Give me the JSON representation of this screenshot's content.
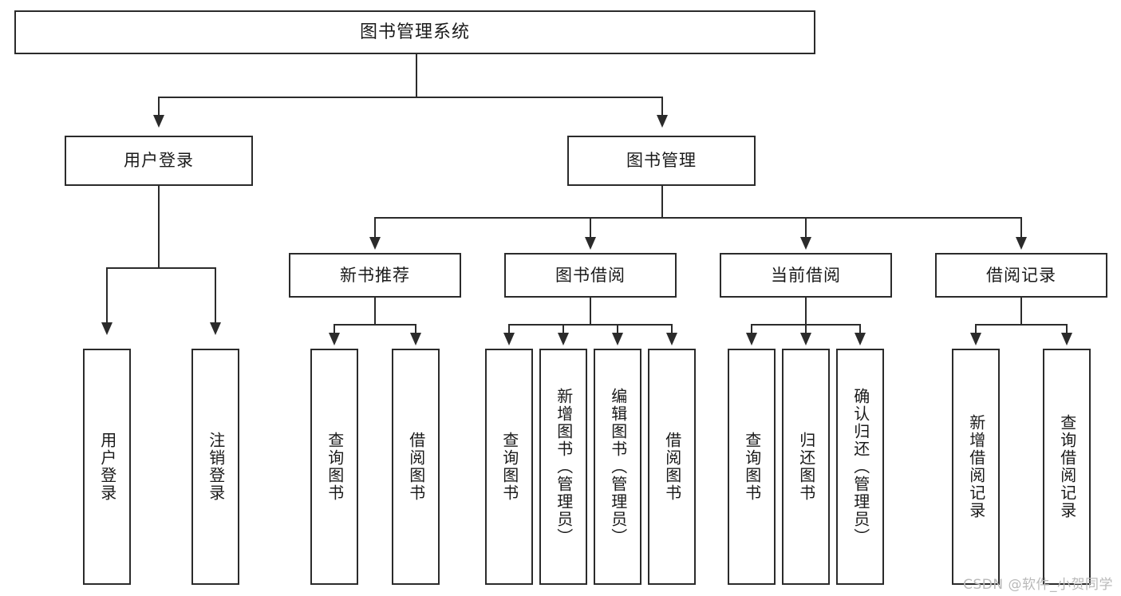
{
  "diagram": {
    "title": "图书管理系统",
    "watermark": "CSDN @软件_小贺同学",
    "level1": [
      {
        "key": "user_login",
        "label": "用户登录"
      },
      {
        "key": "book_manage",
        "label": "图书管理"
      }
    ],
    "level2": [
      {
        "key": "new_book_rec",
        "label": "新书推荐"
      },
      {
        "key": "book_borrow",
        "label": "图书借阅"
      },
      {
        "key": "current_borrow",
        "label": "当前借阅"
      },
      {
        "key": "borrow_record",
        "label": "借阅记录"
      }
    ],
    "leaves": [
      {
        "key": "leaf-user-login",
        "label": "用户登录",
        "parent": "user_login"
      },
      {
        "key": "leaf-logout-login",
        "label": "注销登录",
        "parent": "user_login"
      },
      {
        "key": "leaf-query-book-rec",
        "label": "查询图书",
        "parent": "new_book_rec"
      },
      {
        "key": "leaf-borrow-book-rec",
        "label": "借阅图书",
        "parent": "new_book_rec"
      },
      {
        "key": "leaf-query-book-borrow",
        "label": "查询图书",
        "parent": "book_borrow"
      },
      {
        "key": "leaf-add-book-admin",
        "label": "新增图书（管理员）",
        "parent": "book_borrow"
      },
      {
        "key": "leaf-edit-book-admin",
        "label": "编辑图书（管理员）",
        "parent": "book_borrow"
      },
      {
        "key": "leaf-borrow-book",
        "label": "借阅图书",
        "parent": "book_borrow"
      },
      {
        "key": "leaf-query-book-current",
        "label": "查询图书",
        "parent": "current_borrow"
      },
      {
        "key": "leaf-return-book",
        "label": "归还图书",
        "parent": "current_borrow"
      },
      {
        "key": "leaf-confirm-return-admin",
        "label": "确认归还（管理员）",
        "parent": "current_borrow"
      },
      {
        "key": "leaf-add-borrow-record",
        "label": "新增借阅记录",
        "parent": "borrow_record"
      },
      {
        "key": "leaf-query-borrow-record",
        "label": "查询借阅记录",
        "parent": "borrow_record"
      }
    ]
  },
  "colors": {
    "stroke": "#2b2b2b",
    "background": "#ffffff",
    "text": "#1a1a1a",
    "watermark": "#b9b9b9"
  }
}
